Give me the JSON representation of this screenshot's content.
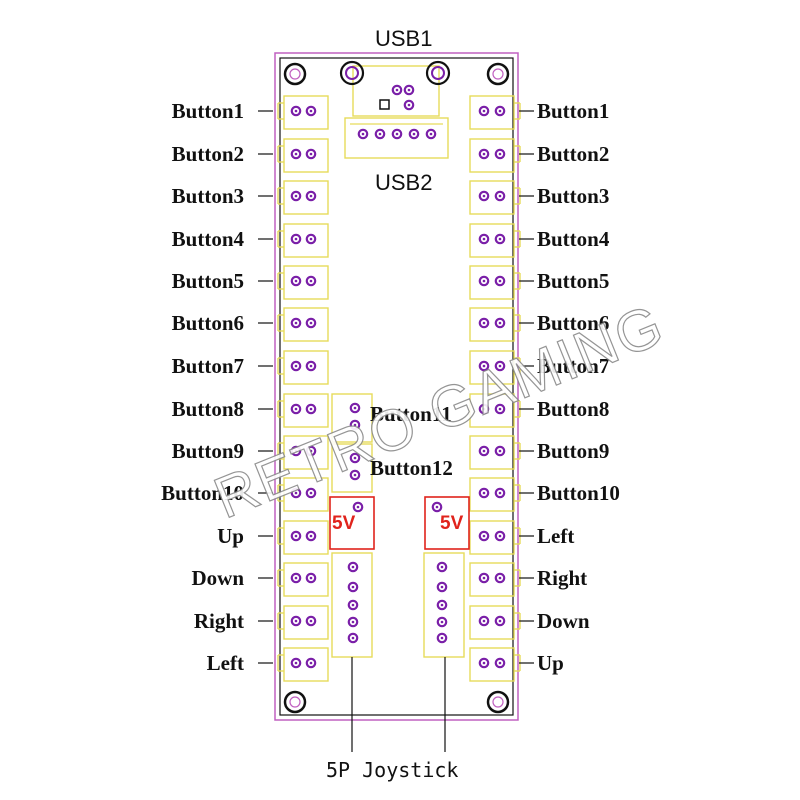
{
  "connectors": {
    "usb1": "USB1",
    "usb2": "USB2",
    "joystick": "5P Joystick",
    "power_left": "5V",
    "power_right": "5V"
  },
  "left_labels": [
    "Button1",
    "Button2",
    "Button3",
    "Button4",
    "Button5",
    "Button6",
    "Button7",
    "Button8",
    "Button9",
    "Button10",
    "Up",
    "Down",
    "Right",
    "Left"
  ],
  "right_labels": [
    "Button1",
    "Button2",
    "Button3",
    "Button4",
    "Button5",
    "Button6",
    "Button7",
    "Button8",
    "Button9",
    "Button10",
    "Left",
    "Right",
    "Down",
    "Up"
  ],
  "center_labels": [
    "Button11",
    "Button12"
  ],
  "watermark": "RETRO GAMING",
  "colors": {
    "board_outline": "#c060c0",
    "silkscreen": "#e6dc5a",
    "pad": "#7a1fa8",
    "power_box": "#e0231c"
  }
}
